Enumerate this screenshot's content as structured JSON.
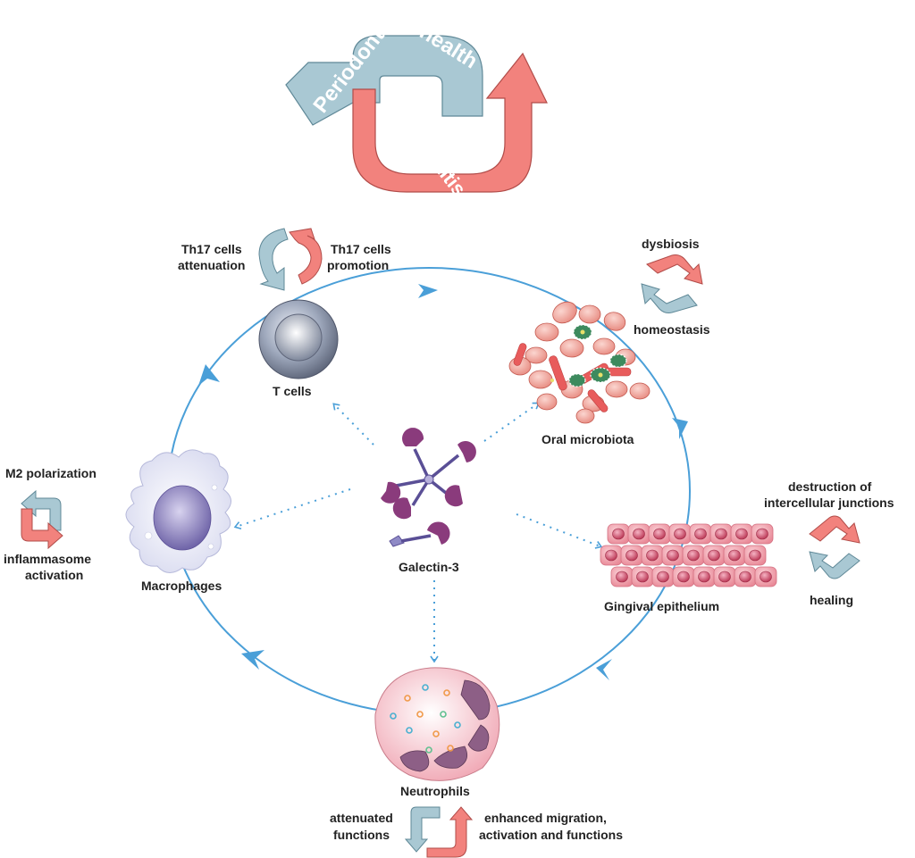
{
  "banner": {
    "health_word1": "Periodontal",
    "health_word2": "health",
    "disease_word": "Periodontitis"
  },
  "center": {
    "label": "Galectin-3"
  },
  "nodes": {
    "t_cells": {
      "label": "T cells",
      "left_line1": "Th17 cells",
      "left_line2": "attenuation",
      "right_line1": "Th17 cells",
      "right_line2": "promotion"
    },
    "microbiota": {
      "label": "Oral microbiota",
      "top": "dysbiosis",
      "bottom": "homeostasis"
    },
    "epithelium": {
      "label": "Gingival epithelium",
      "top_line1": "destruction of",
      "top_line2": "intercellular junctions",
      "bottom": "healing"
    },
    "neutrophils": {
      "label": "Neutrophils",
      "left_line1": "attenuated",
      "left_line2": "functions",
      "right_line1": "enhanced migration,",
      "right_line2": "activation and functions"
    },
    "macrophages": {
      "label": "Macrophages",
      "top": "M2 polarization",
      "bottom_line1": "inflammasome",
      "bottom_line2": "activation"
    }
  },
  "colors": {
    "health": "#a9c8d3",
    "disease": "#f2827d",
    "cycle": "#4a9fd8",
    "galectin": "#8a3b7c"
  }
}
